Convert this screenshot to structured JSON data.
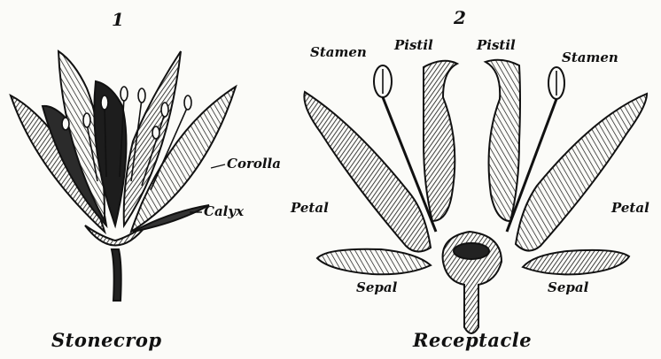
{
  "figure_1": {
    "number": "1",
    "caption": "Stonecrop",
    "labels": {
      "corolla": "Corolla",
      "calyx": "Calyx"
    }
  },
  "figure_2": {
    "number": "2",
    "caption": "Receptacle",
    "labels": {
      "stamen_left": "Stamen",
      "pistil_left": "Pistil",
      "pistil_right": "Pistil",
      "stamen_right": "Stamen",
      "petal_left": "Petal",
      "petal_right": "Petal",
      "sepal_left": "Sepal",
      "sepal_right": "Sepal"
    }
  },
  "colors": {
    "ink": "#111111",
    "paper": "#fbfbf8"
  }
}
